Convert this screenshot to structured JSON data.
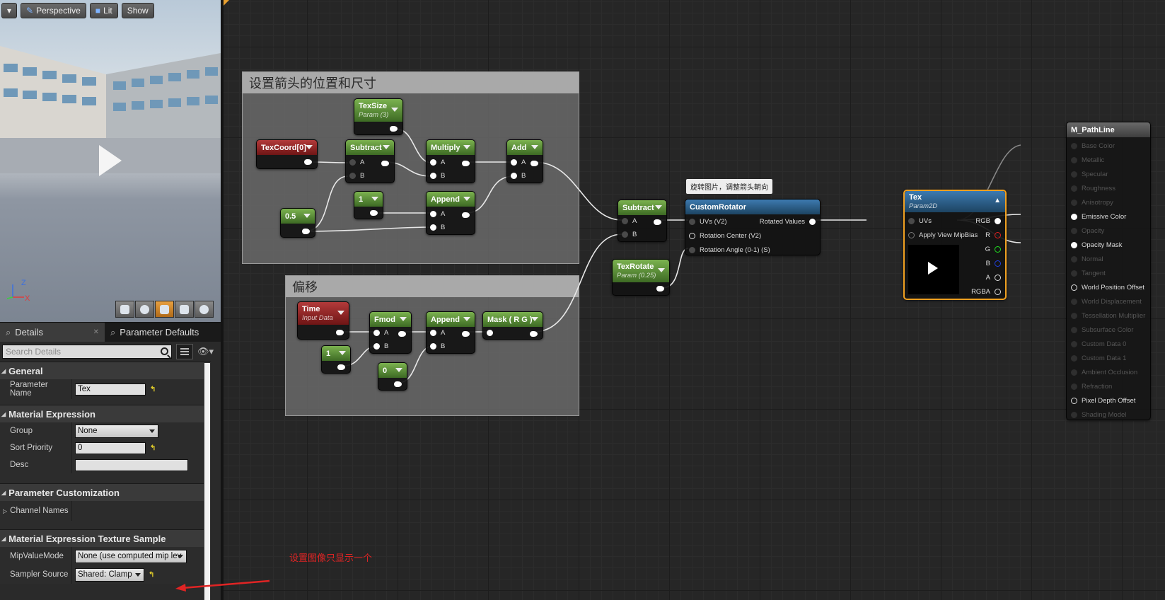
{
  "viewport": {
    "perspective_label": "Perspective",
    "lit_label": "Lit",
    "show_label": "Show",
    "axis_z": "Z",
    "axis_x": "X"
  },
  "details": {
    "tabs": [
      {
        "label": "Details"
      },
      {
        "label": "Parameter Defaults"
      }
    ],
    "search_placeholder": "Search Details",
    "sections": {
      "general": "General",
      "material_expression": "Material Expression",
      "parameter_customization": "Parameter Customization",
      "texture_sample": "Material Expression Texture Sample"
    },
    "rows": {
      "parameter_name": {
        "label": "Parameter Name",
        "value": "Tex"
      },
      "group": {
        "label": "Group",
        "value": "None"
      },
      "sort_priority": {
        "label": "Sort Priority",
        "value": "0"
      },
      "desc": {
        "label": "Desc",
        "value": ""
      },
      "channel_names": {
        "label": "Channel Names"
      },
      "mip_value_mode": {
        "label": "MipValueMode",
        "value": "None (use computed mip lev"
      },
      "sampler_source": {
        "label": "Sampler Source",
        "value": "Shared: Clamp"
      }
    },
    "annotation": "设置图像只显示一个"
  },
  "graph": {
    "comments": [
      {
        "title": "设置箭头的位置和尺寸"
      },
      {
        "title": "偏移"
      }
    ],
    "nodes": {
      "texsize": {
        "title": "TexSize",
        "sub": "Param (3)"
      },
      "texcoord": {
        "title": "TexCoord[0]"
      },
      "subtract1": {
        "title": "Subtract",
        "a": "A",
        "b": "B"
      },
      "multiply": {
        "title": "Multiply",
        "a": "A",
        "b": "B"
      },
      "add": {
        "title": "Add",
        "a": "A",
        "b": "B"
      },
      "const1": {
        "title": "1"
      },
      "append1": {
        "title": "Append",
        "a": "A",
        "b": "B"
      },
      "const05": {
        "title": "0.5"
      },
      "time": {
        "title": "Time",
        "sub": "Input Data"
      },
      "fmod": {
        "title": "Fmod",
        "a": "A",
        "b": "B"
      },
      "append2": {
        "title": "Append",
        "a": "A",
        "b": "B"
      },
      "mask": {
        "title": "Mask ( R G )"
      },
      "const1b": {
        "title": "1"
      },
      "const0": {
        "title": "0"
      },
      "subtract2": {
        "title": "Subtract",
        "a": "A",
        "b": "B"
      },
      "texrotate": {
        "title": "TexRotate",
        "sub": "Param (0.25)"
      },
      "rotator": {
        "title": "CustomRotator",
        "tooltip": "旋转图片，调整箭头朝向",
        "in1": "UVs (V2)",
        "in2": "Rotation Center (V2)",
        "in3": "Rotation Angle (0-1) (S)",
        "out": "Rotated Values"
      },
      "tex": {
        "title": "Tex",
        "sub": "Param2D",
        "uvs": "UVs",
        "mip": "Apply View MipBias",
        "rgb": "RGB",
        "r": "R",
        "g": "G",
        "b": "B",
        "a": "A",
        "rgba": "RGBA"
      },
      "result": {
        "title": "M_PathLine",
        "pins": [
          "Base Color",
          "Metallic",
          "Specular",
          "Roughness",
          "Anisotropy",
          "Emissive Color",
          "Opacity",
          "Opacity Mask",
          "Normal",
          "Tangent",
          "World Position Offset",
          "World Displacement",
          "Tessellation Multiplier",
          "Subsurface Color",
          "Custom Data 0",
          "Custom Data 1",
          "Ambient Occlusion",
          "Refraction",
          "Pixel Depth Offset",
          "Shading Model"
        ],
        "active": [
          "Emissive Color",
          "Opacity Mask",
          "World Position Offset",
          "Pixel Depth Offset"
        ]
      }
    }
  }
}
